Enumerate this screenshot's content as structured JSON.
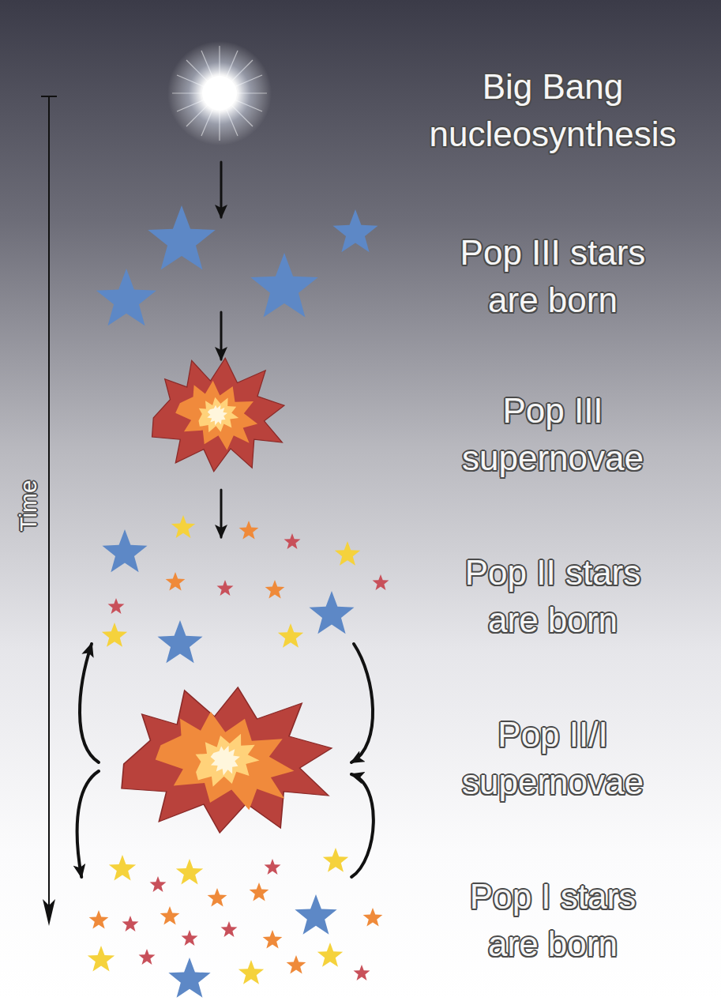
{
  "diagram": {
    "nodes": [
      {
        "text": [
          "Big Bang nucleosynthesis"
        ]
      },
      {
        "text": [
          "Pop III stars are born"
        ]
      },
      {
        "text": [
          "Pop III supernovae"
        ]
      },
      {
        "text": [
          "Pop II stars are born"
        ]
      },
      {
        "text": [
          "Pop II/I supernovae"
        ]
      },
      {
        "text": [
          "Pop I stars are born"
        ]
      }
    ],
    "edges": [
      {
        "from": 0,
        "to": 1,
        "arrow": "to"
      },
      {
        "from": 1,
        "to": 2,
        "arrow": "to"
      },
      {
        "from": 2,
        "to": 3,
        "arrow": "to"
      },
      {
        "from": 4,
        "to": 3,
        "arrow": "to"
      },
      {
        "from": 3,
        "to": 4,
        "arrow": "to"
      },
      {
        "from": 4,
        "to": 5,
        "arrow": "to"
      },
      {
        "from": 5,
        "to": 4,
        "arrow": "to"
      }
    ],
    "labels": [
      "Time"
    ]
  }
}
